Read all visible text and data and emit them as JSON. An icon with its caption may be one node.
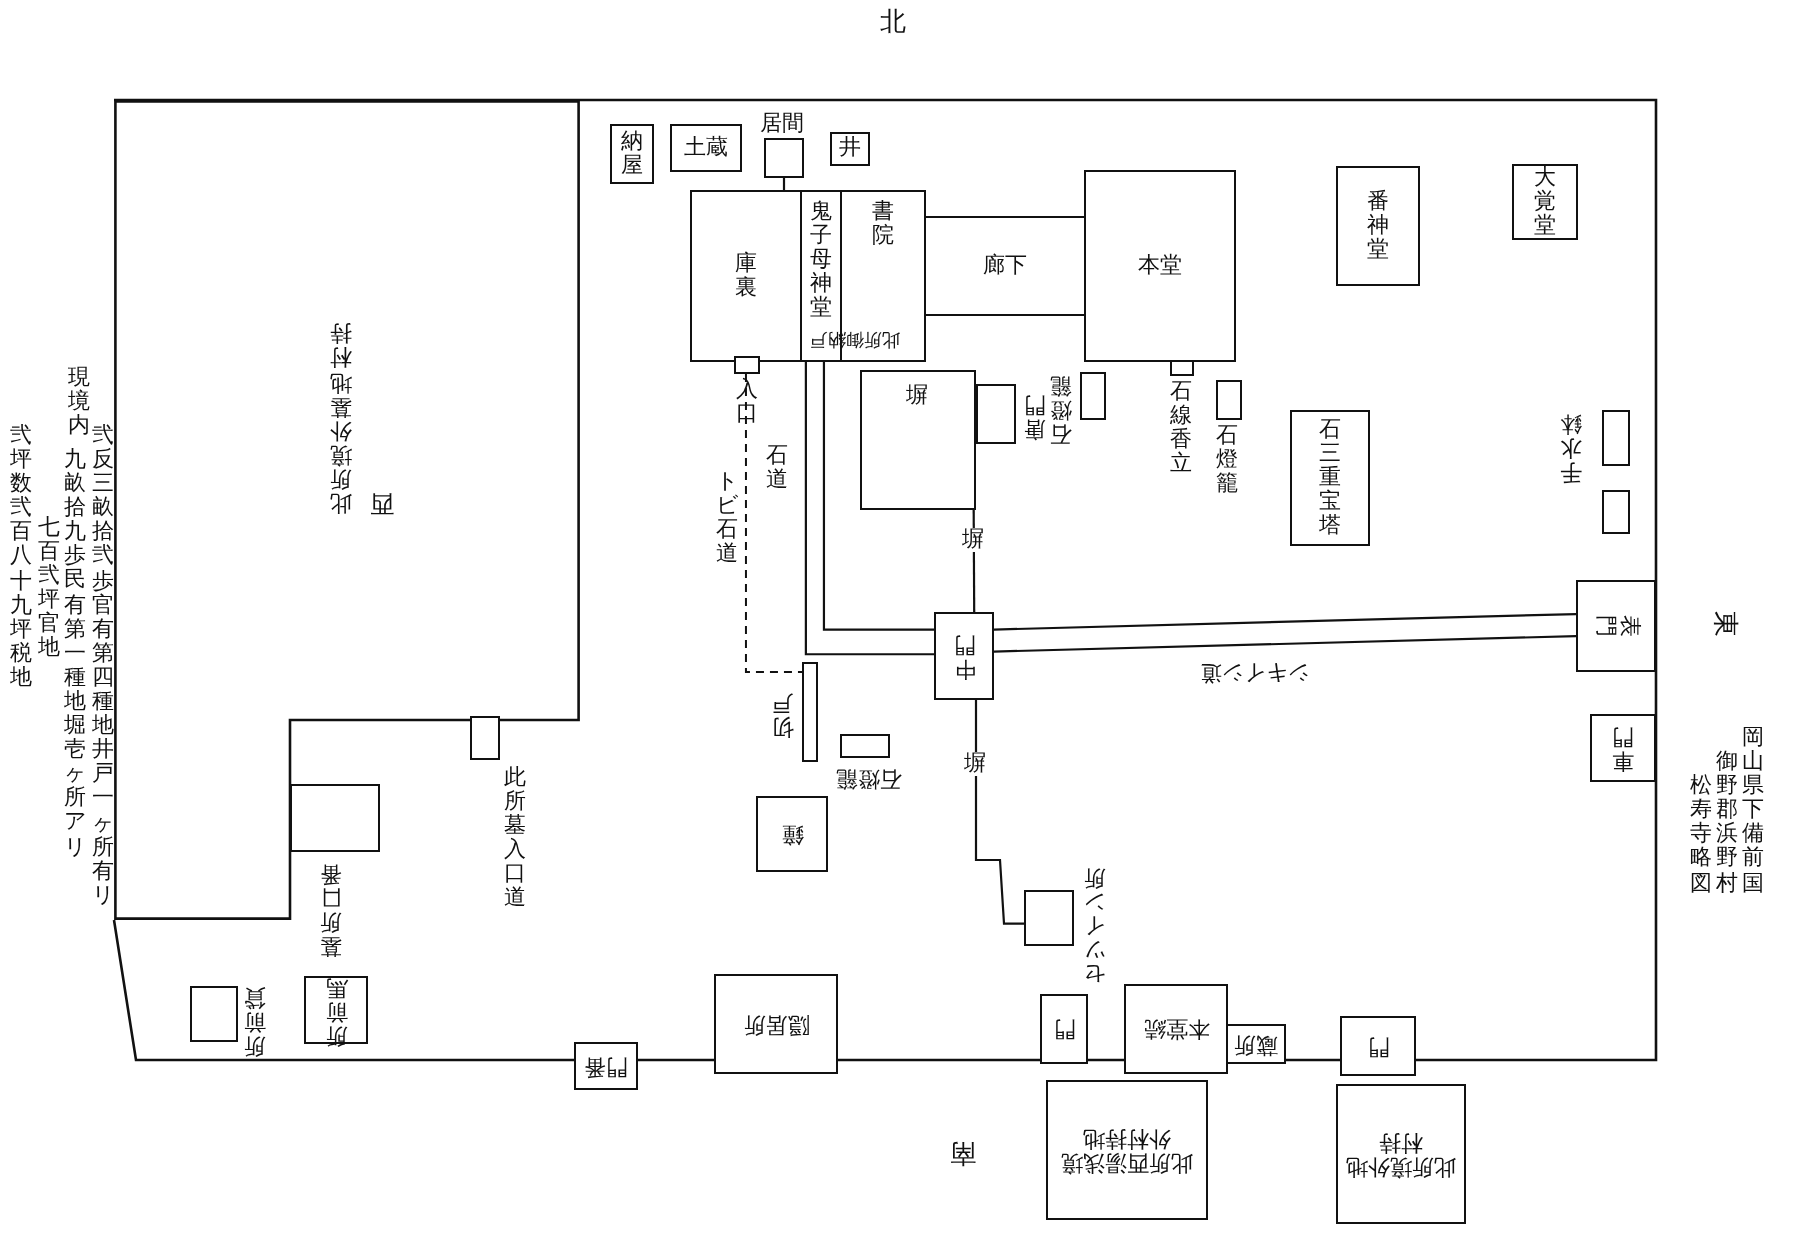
{
  "diagram": {
    "title": "岡山県下備前国御野郡浜野村松寿寺略図",
    "nodes": [
      {
        "text": [
          "此所境外墓地村持"
        ]
      },
      {
        "text": [
          "納屋"
        ]
      },
      {
        "text": [
          "土蔵"
        ]
      },
      {
        "text": [],
        "shape": "box",
        "beside": [
          "居間"
        ]
      },
      {
        "text": [
          "井"
        ]
      },
      {
        "text": [
          "庫裏"
        ]
      },
      {
        "text": [
          "鬼子母神堂"
        ]
      },
      {
        "text": [
          "書院"
        ]
      },
      {
        "text": [
          "廊下"
        ]
      },
      {
        "text": [
          "本堂"
        ]
      },
      {
        "text": [
          "番神堂"
        ]
      },
      {
        "text": [
          "大覚堂"
        ]
      },
      {
        "text": [],
        "shape": "box",
        "beside": [
          "入口"
        ]
      },
      {
        "text": [
          "塀"
        ]
      },
      {
        "text": [],
        "shape": "box",
        "beside": [
          "唐門"
        ]
      },
      {
        "text": [],
        "shape": "box",
        "beside": [
          "石燈籠"
        ]
      },
      {
        "text": [],
        "shape": "box",
        "beside": [
          "石線香立"
        ]
      },
      {
        "text": [],
        "shape": "box",
        "beside": [
          "石燈籠"
        ]
      },
      {
        "text": [
          "石三重宝塔"
        ]
      },
      {
        "text": [],
        "shape": "box",
        "beside": [
          "手水鉢"
        ]
      },
      {
        "text": [],
        "shape": "box"
      },
      {
        "text": [
          "表門"
        ]
      },
      {
        "text": [
          "車門"
        ]
      },
      {
        "text": [
          "中門"
        ]
      },
      {
        "text": [],
        "shape": "box",
        "beside": [
          "石燈籠"
        ]
      },
      {
        "text": [
          "鐘"
        ]
      },
      {
        "text": [],
        "shape": "box",
        "beside": [
          "セツイン所"
        ]
      },
      {
        "text": [],
        "shape": "box",
        "beside": [
          "此所墓入口道"
        ]
      },
      {
        "text": [],
        "shape": "box",
        "beside": [
          "墓所口番"
        ]
      },
      {
        "text": [],
        "shape": "box",
        "beside": [
          "所前貸"
        ]
      },
      {
        "text": [
          "所前馬"
        ]
      },
      {
        "text": [
          "門番"
        ]
      },
      {
        "text": [
          "隠居所"
        ]
      },
      {
        "text": [
          "門"
        ]
      },
      {
        "text": [
          "本堂続"
        ]
      },
      {
        "text": [
          "蔵所"
        ]
      },
      {
        "text": [
          "門"
        ]
      },
      {
        "text": [
          "此所西湯浅境外村持地"
        ]
      },
      {
        "text": [
          "此所境外地村持"
        ]
      },
      {
        "text": [],
        "shape": "box",
        "beside": [
          "切戸"
        ]
      }
    ],
    "edges": [
      {
        "from": 6,
        "to": 23,
        "arrow": "none"
      },
      {
        "from": 6,
        "to": 23,
        "arrow": "none"
      },
      {
        "from": 23,
        "to": 21,
        "arrow": "none"
      },
      {
        "from": 23,
        "to": 21,
        "arrow": "none"
      },
      {
        "from": 13,
        "to": 23,
        "arrow": "none",
        "label": "塀"
      },
      {
        "from": 23,
        "to": 26,
        "arrow": "none",
        "label": "塀"
      },
      {
        "from": 12,
        "to": 39,
        "arrow": "none",
        "style": "dashed"
      }
    ],
    "labels": [
      "北",
      "現境内",
      "弐反三畝拾弐歩官有第四種地井戸一ヶ所有リ",
      "九畝拾九歩民有第一種地堀壱ヶ所アリ",
      "七百弐坪官地",
      "弐坪数弐百八十九坪税地",
      "西",
      "此所御納戸",
      "石道",
      "トビ石道",
      "シキイシ道",
      "東",
      "南"
    ]
  }
}
